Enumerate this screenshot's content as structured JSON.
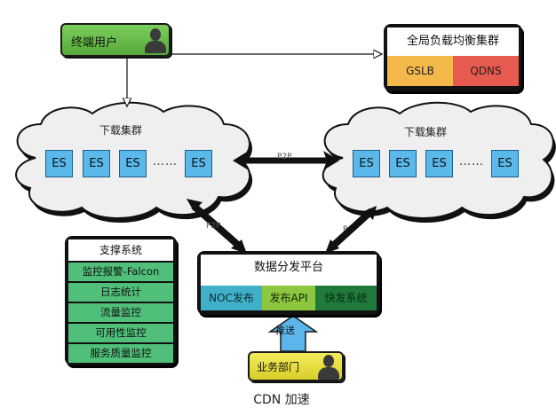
{
  "end_user": {
    "label": "终端用户",
    "icon": "person-icon"
  },
  "gslb_cluster": {
    "title": "全局负载均衡集群",
    "cells": [
      {
        "label": "GSLB",
        "color": "#f5b84a"
      },
      {
        "label": "QDNS",
        "color": "#e75a4f"
      }
    ]
  },
  "download_clusters": [
    {
      "title": "下载集群",
      "nodes": [
        "ES",
        "ES",
        "ES",
        "ES"
      ],
      "ellipsis": "……"
    },
    {
      "title": "下载集群",
      "nodes": [
        "ES",
        "ES",
        "ES",
        "ES"
      ],
      "ellipsis": "……"
    }
  ],
  "edges": {
    "cluster_link": "P2P",
    "left_diag": "P2P",
    "right_diag": "P"
  },
  "support_system": {
    "title": "支撑系统",
    "items": [
      "监控报警-Falcon",
      "日志统计",
      "流量监控",
      "可用性监控",
      "服务质量监控"
    ],
    "color": "#4fbf7a"
  },
  "distribution_platform": {
    "title": "数据分发平台",
    "modules": [
      {
        "label": "NOC发布",
        "color": "#3fb0c8"
      },
      {
        "label": "发布API",
        "color": "#8dc63f"
      },
      {
        "label": "快发系统",
        "color": "#1f7a3c"
      }
    ]
  },
  "push": {
    "label": "推送"
  },
  "business_dept": {
    "label": "业务部门",
    "icon": "person-icon"
  },
  "caption": "CDN 加速"
}
